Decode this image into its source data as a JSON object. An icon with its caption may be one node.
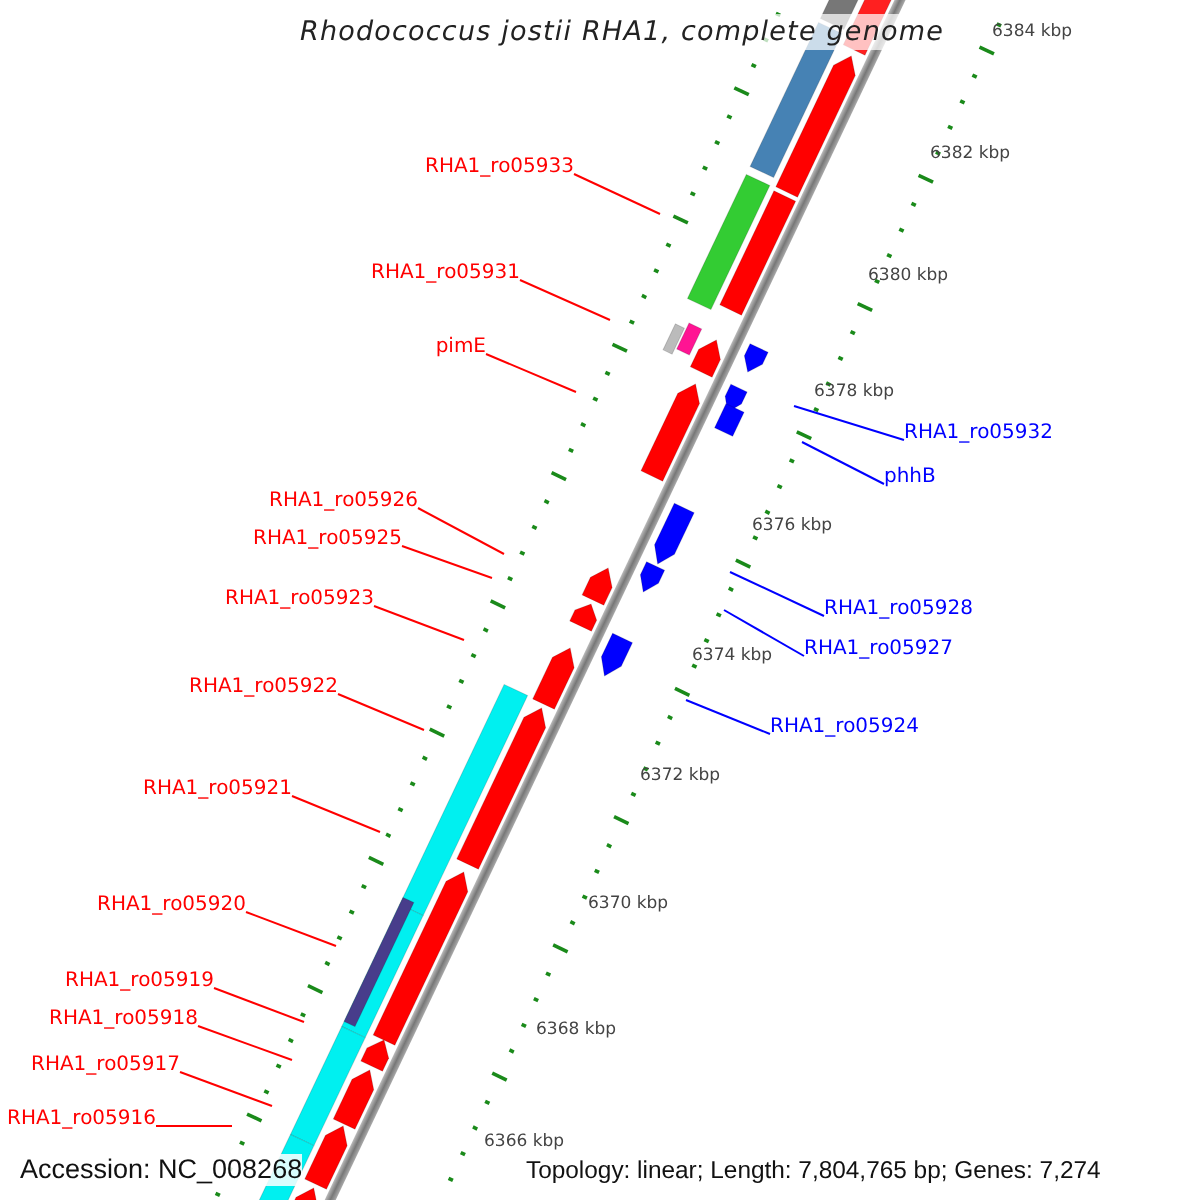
{
  "diagram": {
    "title": "Rhodococcus jostii RHA1, complete genome",
    "nodes": [
      {
        "text": [
          "RHA1_ro05933"
        ]
      },
      {
        "text": [
          "RHA1_ro05931"
        ]
      },
      {
        "text": [
          "pimE"
        ]
      },
      {
        "text": [
          "RHA1_ro05932"
        ]
      },
      {
        "text": [
          "phhB"
        ]
      },
      {
        "text": [
          "RHA1_ro05926"
        ]
      },
      {
        "text": [
          "RHA1_ro05925"
        ]
      },
      {
        "text": [
          "RHA1_ro05923"
        ]
      },
      {
        "text": [
          "RHA1_ro05928"
        ]
      },
      {
        "text": [
          "RHA1_ro05927"
        ]
      },
      {
        "text": [
          "RHA1_ro05922"
        ]
      },
      {
        "text": [
          "RHA1_ro05924"
        ]
      },
      {
        "text": [
          "RHA1_ro05921"
        ]
      },
      {
        "text": [
          "RHA1_ro05920"
        ]
      },
      {
        "text": [
          "RHA1_ro05919"
        ]
      },
      {
        "text": [
          "RHA1_ro05918"
        ]
      },
      {
        "text": [
          "RHA1_ro05917"
        ]
      },
      {
        "text": [
          "RHA1_ro05916"
        ]
      }
    ],
    "edges": [
      {
        "from": 0,
        "to": null,
        "arrow": "none"
      },
      {
        "from": 1,
        "to": null,
        "arrow": "none"
      },
      {
        "from": 2,
        "to": null,
        "arrow": "none"
      },
      {
        "from": 3,
        "to": null,
        "arrow": "none",
        "color": "#0000ff"
      },
      {
        "from": 4,
        "to": null,
        "arrow": "none",
        "color": "#0000ff"
      },
      {
        "from": 5,
        "to": null,
        "arrow": "none"
      },
      {
        "from": 6,
        "to": null,
        "arrow": "none"
      },
      {
        "from": 7,
        "to": null,
        "arrow": "none"
      },
      {
        "from": 8,
        "to": null,
        "arrow": "none",
        "color": "#0000ff"
      },
      {
        "from": 9,
        "to": null,
        "arrow": "none",
        "color": "#0000ff"
      },
      {
        "from": 10,
        "to": null,
        "arrow": "none"
      },
      {
        "from": 11,
        "to": null,
        "arrow": "none",
        "color": "#0000ff"
      },
      {
        "from": 12,
        "to": null,
        "arrow": "none"
      },
      {
        "from": 13,
        "to": null,
        "arrow": "none"
      },
      {
        "from": 14,
        "to": null,
        "arrow": "none"
      },
      {
        "from": 15,
        "to": null,
        "arrow": "none"
      },
      {
        "from": 16,
        "to": null,
        "arrow": "none"
      },
      {
        "from": 17,
        "to": null,
        "arrow": "none"
      }
    ],
    "labels": [
      "6384 kbp",
      "6382 kbp",
      "6380 kbp",
      "6378 kbp",
      "6376 kbp",
      "6374 kbp",
      "6372 kbp",
      "6370 kbp",
      "6368 kbp",
      "6366 kbp",
      "Accession: NC_008268",
      "Topology: linear; Length: 7,804,765 bp; Genes: 7,274"
    ]
  }
}
